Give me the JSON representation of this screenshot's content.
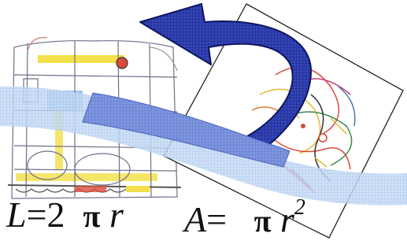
{
  "formulas": {
    "circumference": {
      "lhs": "L",
      "eq": "=",
      "coef": "2",
      "pi": "π",
      "var": "r"
    },
    "area": {
      "lhs": "A",
      "eq": "=",
      "pi": "π",
      "var": "r",
      "exp": "2"
    }
  },
  "colors": {
    "arrow_fill": "#2a3aa6",
    "arrow_edge": "#0d1660",
    "band_light": "#b9d2f3",
    "band_dark": "#6f88d8",
    "sketch_line": "#6f6f8a",
    "sketch_yellow": "#f2e04a",
    "sketch_red": "#d94a3a",
    "sketch_blue": "#9fc4ee"
  },
  "icons": {
    "arrow": "curved-arrow-icon"
  }
}
